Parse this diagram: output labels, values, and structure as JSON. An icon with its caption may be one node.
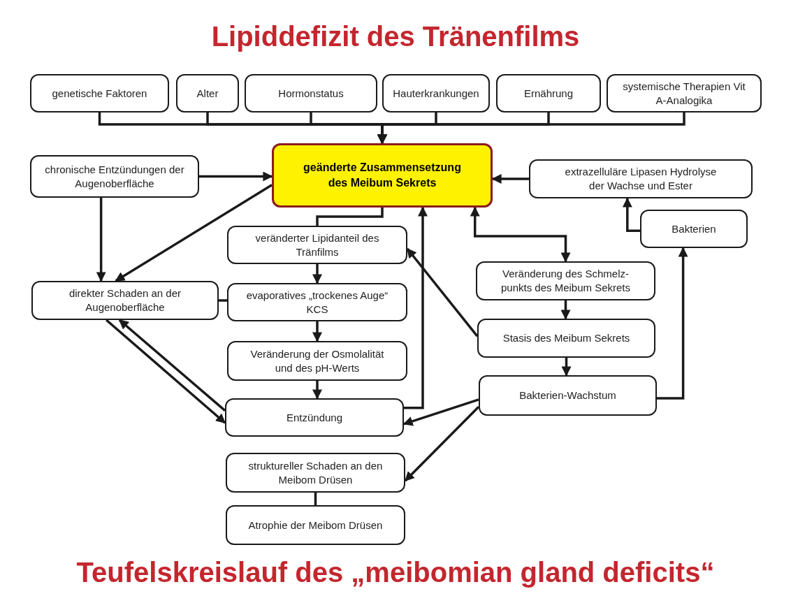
{
  "diagram": {
    "title": "Lipiddefizit des Tränenfilms",
    "caption": "Teufelskreislauf des „meibomian gland deficits“",
    "nodes": [
      {
        "text": [
          "genetische Faktoren"
        ]
      },
      {
        "text": [
          "Alter"
        ]
      },
      {
        "text": [
          "Hormonstatus"
        ]
      },
      {
        "text": [
          "Hauterkrankungen"
        ]
      },
      {
        "text": [
          "Ernährung"
        ]
      },
      {
        "text": [
          "systemische Therapien Vit A-Analogika"
        ]
      },
      {
        "text": [
          "chronische Entzündungen der Augenoberfläche"
        ]
      },
      {
        "text": [
          "geänderte Zusammensetzung des Meibum Sekrets"
        ]
      },
      {
        "text": [
          "extrazelluläre Lipasen Hydrolyse der Wachse und Ester"
        ]
      },
      {
        "text": [
          "veränderter Lipidanteil des Tränfilms"
        ]
      },
      {
        "text": [
          "Bakterien"
        ]
      },
      {
        "text": [
          "direkter Schaden an der Augenoberfläche"
        ]
      },
      {
        "text": [
          "evaporatives „trockenes Auge“ KCS"
        ]
      },
      {
        "text": [
          "Veränderung des Schmelz- punkts des Meibum Sekrets"
        ]
      },
      {
        "text": [
          "Veränderung der Osmolalität und des pH-Werts"
        ]
      },
      {
        "text": [
          "Stasis des Meibum Sekrets"
        ]
      },
      {
        "text": [
          "Entzündung"
        ]
      },
      {
        "text": [
          "Bakterien-Wachstum"
        ]
      },
      {
        "text": [
          "struktureller Schaden an den Meibom Drüsen"
        ]
      },
      {
        "text": [
          "Atrophie der Meibom Drüsen"
        ]
      }
    ],
    "edges": [
      {
        "from": 0,
        "to": 7,
        "arrow": "to"
      },
      {
        "from": 1,
        "to": 7,
        "arrow": "to"
      },
      {
        "from": 2,
        "to": 7,
        "arrow": "to"
      },
      {
        "from": 3,
        "to": 7,
        "arrow": "to"
      },
      {
        "from": 4,
        "to": 7,
        "arrow": "to"
      },
      {
        "from": 5,
        "to": 7,
        "arrow": "to"
      },
      {
        "from": 6,
        "to": 7,
        "arrow": "to"
      },
      {
        "from": 8,
        "to": 7,
        "arrow": "to"
      },
      {
        "from": 6,
        "to": 11,
        "arrow": "to"
      },
      {
        "from": 7,
        "to": 11,
        "arrow": "to"
      },
      {
        "from": 7,
        "to": 9,
        "arrow": "none"
      },
      {
        "from": 9,
        "to": 12,
        "arrow": "to"
      },
      {
        "from": 11,
        "to": 12,
        "arrow": "none"
      },
      {
        "from": 12,
        "to": 14,
        "arrow": "to"
      },
      {
        "from": 14,
        "to": 16,
        "arrow": "to"
      },
      {
        "from": 16,
        "to": 7,
        "arrow": "to"
      },
      {
        "from": 11,
        "to": 16,
        "arrow": "to"
      },
      {
        "from": 16,
        "to": 11,
        "arrow": "to"
      },
      {
        "from": 7,
        "to": 13,
        "arrow": "both"
      },
      {
        "from": 13,
        "to": 15,
        "arrow": "to"
      },
      {
        "from": 15,
        "to": 9,
        "arrow": "to"
      },
      {
        "from": 15,
        "to": 17,
        "arrow": "to"
      },
      {
        "from": 17,
        "to": 16,
        "arrow": "to"
      },
      {
        "from": 17,
        "to": 18,
        "arrow": "to"
      },
      {
        "from": 17,
        "to": 10,
        "arrow": "to"
      },
      {
        "from": 10,
        "to": 8,
        "arrow": "to"
      },
      {
        "from": 18,
        "to": 19,
        "arrow": "none"
      }
    ]
  }
}
